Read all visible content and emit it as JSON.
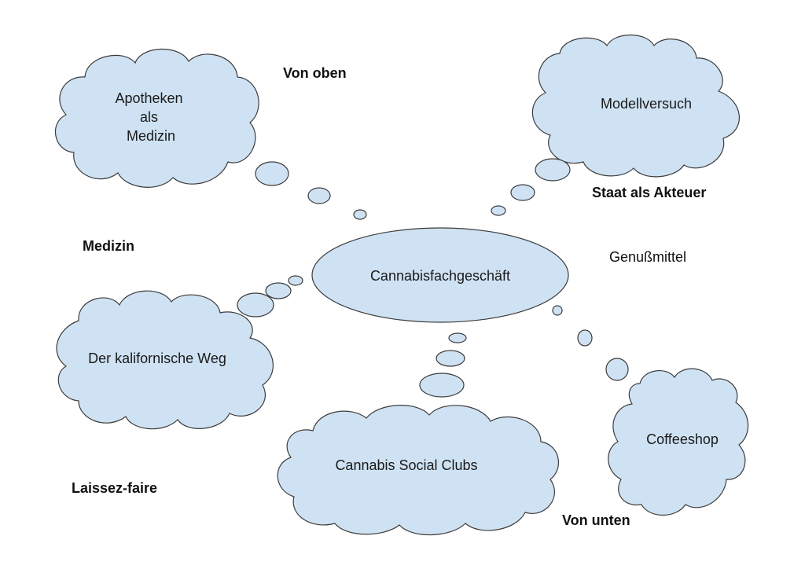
{
  "diagram": {
    "center": {
      "label": "Cannabisfachgeschäft"
    },
    "clouds": {
      "apotheken": {
        "lines": [
          "Apotheken",
          "als",
          "Medizin"
        ]
      },
      "modellversuch": {
        "label": "Modellversuch"
      },
      "kalifornisch": {
        "label": "Der kalifornische Weg"
      },
      "social_clubs": {
        "label": "Cannabis Social Clubs"
      },
      "coffeeshop": {
        "label": "Coffeeshop"
      }
    },
    "axis_labels": {
      "von_oben": "Von oben",
      "staat_als_akteuer": "Staat als Akteuer",
      "medizin": "Medizin",
      "genussmittel": "Genußmittel",
      "laissez_faire": "Laissez-faire",
      "von_unten": "Von unten"
    },
    "colors": {
      "bubble_fill": "#cfe2f3",
      "bubble_stroke": "#3c3c3c"
    }
  }
}
